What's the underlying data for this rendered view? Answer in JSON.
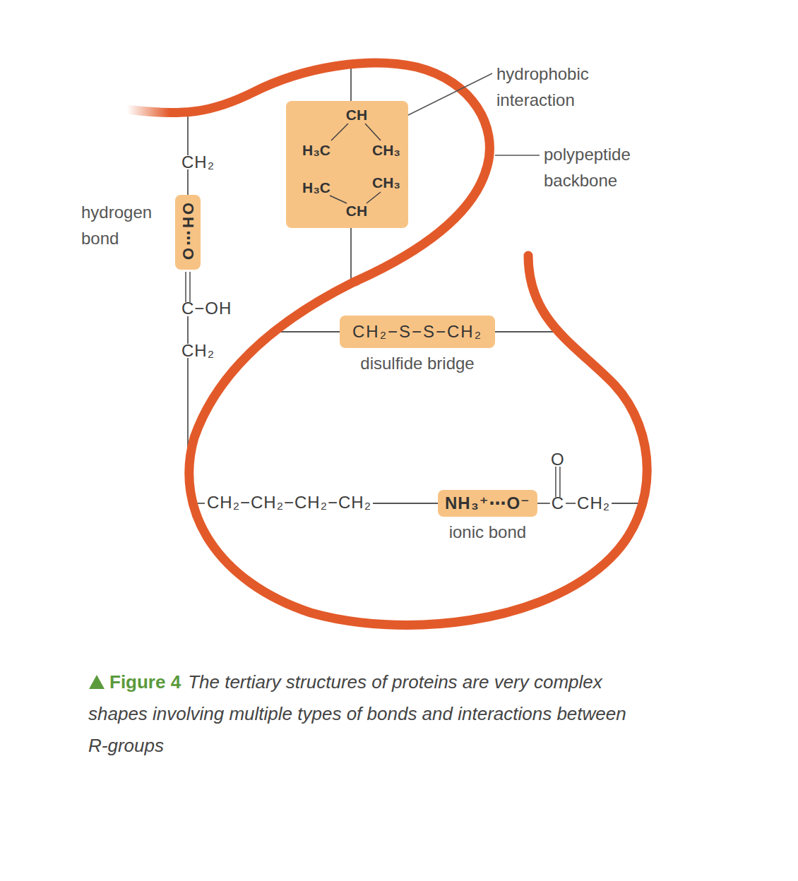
{
  "diagram": {
    "caption": "The tertiary structures of proteins are very complex shapes involving multiple types of bonds and interactions between R-groups",
    "nodes": [
      {
        "text": [
          "CH",
          "H₃C",
          "CH₃",
          "H₃C",
          "CH₃",
          "CH"
        ]
      },
      {
        "text": [
          "OH⋯O",
          "hydrogen bond"
        ]
      },
      {
        "text": [
          "CH₂−S−S−CH₂",
          "disulfide bridge"
        ]
      },
      {
        "text": [
          "NH₃⁺⋯O⁻",
          "ionic bond"
        ]
      }
    ],
    "labels": [
      "hydrophobic interaction",
      "polypeptide backbone",
      "CH₂",
      "C−OH",
      "CH₂",
      "CH₂−CH₂−CH₂−CH₂",
      "O",
      "C",
      "CH₂",
      "Figure 4"
    ]
  }
}
